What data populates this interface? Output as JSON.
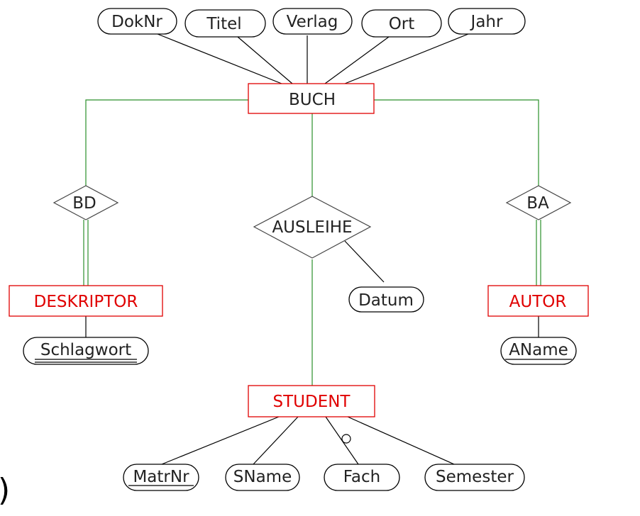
{
  "diagram": {
    "entities": {
      "buch": "BUCH",
      "deskriptor": "DESKRIPTOR",
      "autor": "AUTOR",
      "student": "STUDENT"
    },
    "relationships": {
      "bd": "BD",
      "ausleihe": "AUSLEIHE",
      "ba": "BA"
    },
    "attributes": {
      "doknr": "DokNr",
      "titel": "Titel",
      "verlag": "Verlag",
      "ort": "Ort",
      "jahr": "Jahr",
      "datum": "Datum",
      "schlagwort": "Schlagwort",
      "aname": "AName",
      "matrnr": "MatrNr",
      "sname": "SName",
      "fach": "Fach",
      "semester": "Semester"
    },
    "edge_glyph": ")"
  },
  "colors": {
    "entity": "#e00000",
    "relationship_link": "#2a8f2a",
    "attribute_link": "#000000"
  }
}
